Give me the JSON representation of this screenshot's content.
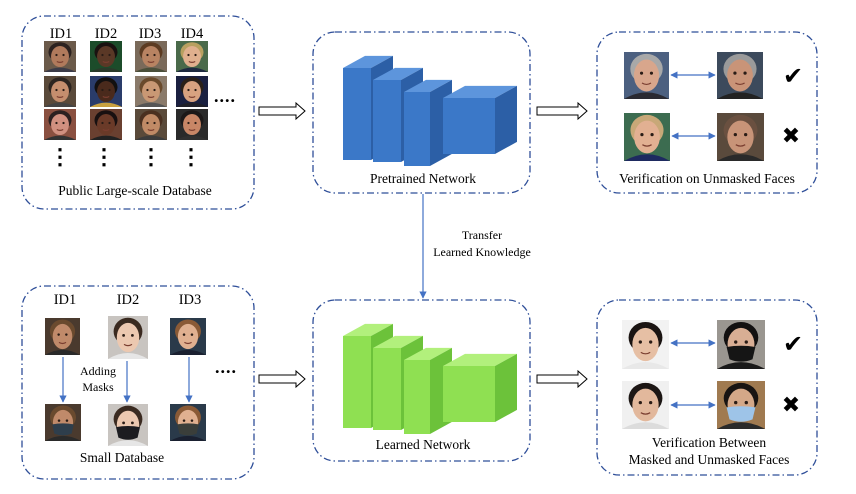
{
  "diagram": {
    "top_db": {
      "ids": [
        "ID1",
        "ID2",
        "ID3",
        "ID4"
      ],
      "caption": "Public Large-scale Database",
      "ellipsis": "....",
      "vdots": "⋮"
    },
    "pretrained": {
      "caption": "Pretrained Network"
    },
    "verif_unmasked": {
      "caption": "Verification on Unmasked Faces"
    },
    "transfer": {
      "line1": "Transfer",
      "line2": "Learned Knowledge"
    },
    "small_db": {
      "ids": [
        "ID1",
        "ID2",
        "ID3"
      ],
      "adding_line1": "Adding",
      "adding_line2": "Masks",
      "caption": "Small Database",
      "ellipsis": "...."
    },
    "learned": {
      "caption": "Learned Network"
    },
    "verif_masked": {
      "caption_line1": "Verification Between",
      "caption_line2": "Masked and Unmasked Faces"
    },
    "marks": {
      "check": "✔",
      "cross": "✖"
    },
    "colors": {
      "panel_border": "#2f4f99",
      "pretrained_layer": "#3b78c8",
      "learned_layer": "#8fe052",
      "check": "#7fc241",
      "cross": "#e02020",
      "connector": "#4472c4"
    },
    "icons": [
      "face-photo",
      "masked-face-photo",
      "hollow-arrow",
      "check-mark",
      "cross-mark",
      "double-arrow"
    ]
  }
}
